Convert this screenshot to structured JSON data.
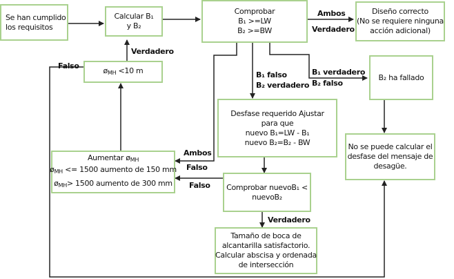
{
  "colors": {
    "box_border": "#a9d18e",
    "line": "#222222"
  },
  "boxes": {
    "start": {
      "lines": [
        "Se han cumplido",
        "los requisitos"
      ]
    },
    "calc": {
      "lines": [
        "Calcular B₁",
        "y B₂"
      ]
    },
    "check": {
      "lines": [
        "Comprobar",
        "B₁ >=LW",
        "B₂ >=BW"
      ]
    },
    "correct": {
      "lines": [
        "Diseño correcto",
        "(No se requiere ninguna",
        "acción adicional)"
      ]
    },
    "diam": {
      "lines": [
        "øMH <10 m"
      ]
    },
    "b2fail": {
      "lines": [
        "B₂ ha fallado"
      ]
    },
    "offset": {
      "lines": [
        "Desfase requerido Ajustar",
        "para que",
        "nuevo B₁=LW - B₁",
        "nuevo B₂=B₂ - BW"
      ]
    },
    "increase": {
      "lines": [
        "Aumentar øMH",
        "øMH <= 1500 aumento de 150 mm",
        "øMH> 1500 aumento de 300 mm"
      ]
    },
    "cannot": {
      "lines": [
        "No se puede calcular el",
        "desfase del mensaje de",
        "desagüe."
      ]
    },
    "checknew": {
      "lines": [
        "Comprobar nuevoB₁ <",
        "nuevoB₂"
      ]
    },
    "ok": {
      "lines": [
        "Tamaño de boca de",
        "alcantarilla satisfactorio.",
        "Calcular abscisa y ordenada",
        "de intersección"
      ]
    }
  },
  "labels": {
    "ambos_verdadero_top": "Ambos",
    "ambos_verdadero_bottom": "Verdadero",
    "verdadero_diam": "Verdadero",
    "falso_diam": "Falso",
    "b1_falso": "B₁ falso",
    "b2_verdadero": "B₂ verdadero",
    "b1_verdadero": "B₁ verdadero",
    "b2_falso": "B₂ falso",
    "ambos_falso_top": "Ambos",
    "ambos_falso_bottom": "Falso",
    "falso_checknew": "Falso",
    "verdadero_checknew": "Verdadero"
  }
}
